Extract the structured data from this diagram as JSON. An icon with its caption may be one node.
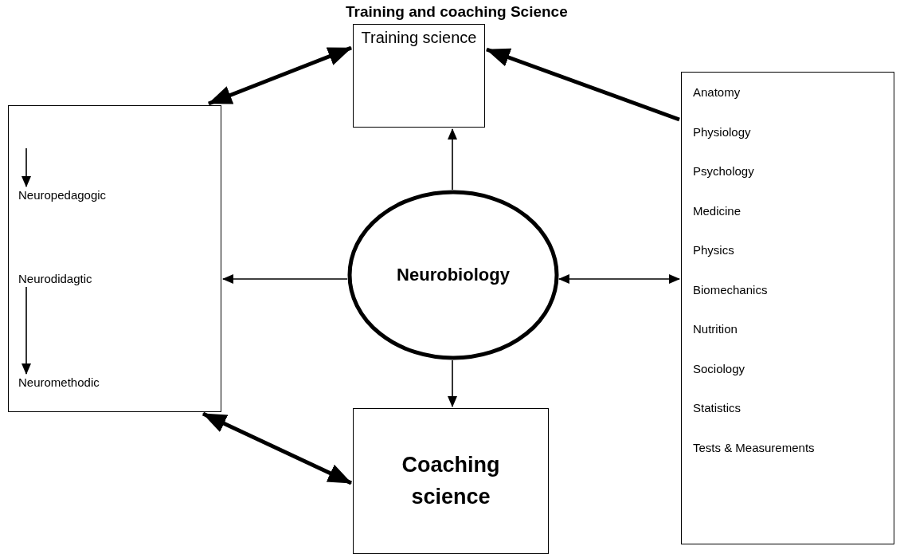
{
  "diagram": {
    "title": "Training and coaching Science",
    "nodes": [
      {
        "text": [
          "Training science"
        ]
      },
      {
        "text": [],
        "shape": "box"
      },
      {
        "text": [
          "Neuropedagogic"
        ],
        "in": 1
      },
      {
        "text": [
          "Neurodidagtic"
        ],
        "in": 1
      },
      {
        "text": [
          "Neuromethodic"
        ],
        "in": 1
      },
      {
        "text": [
          "Neurobiology"
        ]
      },
      {
        "text": [
          "Anatomy",
          "Physiology",
          "Psychology",
          "Medicine",
          "Physics",
          "Biomechanics",
          "Nutrition",
          "Sociology",
          "Statistics",
          "Tests & Measurements"
        ]
      },
      {
        "text": [
          "Coaching science"
        ]
      }
    ],
    "edges": [
      {
        "from": 5,
        "to": 0,
        "arrow": "to"
      },
      {
        "from": 1,
        "to": 0,
        "arrow": "both",
        "style": "thick"
      },
      {
        "from": 6,
        "to": 0,
        "arrow": "to",
        "style": "thick"
      },
      {
        "from": 5,
        "to": 1,
        "arrow": "to"
      },
      {
        "from": 5,
        "to": 6,
        "arrow": "both"
      },
      {
        "from": 5,
        "to": 7,
        "arrow": "to"
      },
      {
        "from": 1,
        "to": 7,
        "arrow": "both",
        "style": "thick"
      },
      {
        "from": null,
        "to": 2,
        "arrow": "to"
      },
      {
        "from": 3,
        "to": 4,
        "arrow": "to"
      }
    ]
  }
}
